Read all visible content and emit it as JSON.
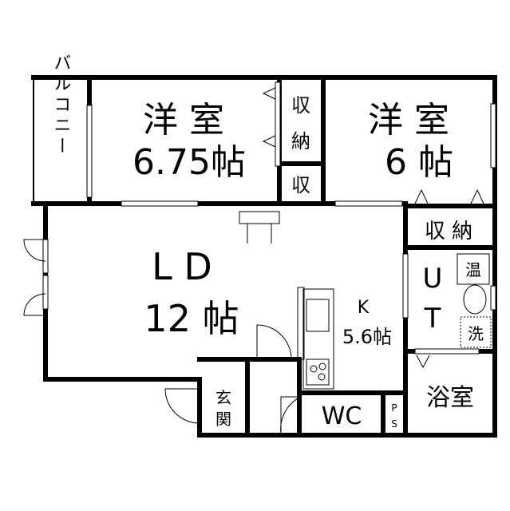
{
  "rooms": {
    "balcony": "バルコニー",
    "western_room_1": {
      "name": "洋 室",
      "size": "6.75帖"
    },
    "storage_1": {
      "line1": "収",
      "line2": "納"
    },
    "storage_small": "収",
    "western_room_2": {
      "name": "洋 室",
      "size": "6 帖"
    },
    "storage_2": "収 納",
    "living_dining": {
      "name": "L  D",
      "size": "12 帖"
    },
    "kitchen": {
      "name": "K",
      "size": "5.6帖"
    },
    "utility": {
      "line1": "U",
      "line2": "T"
    },
    "water_heater": "温",
    "washer": "洗",
    "bathroom": "浴室",
    "entrance": {
      "line1": "玄",
      "line2": "関"
    },
    "toilet": "WC",
    "pipe_space": {
      "line1": "P",
      "line2": "S"
    }
  }
}
